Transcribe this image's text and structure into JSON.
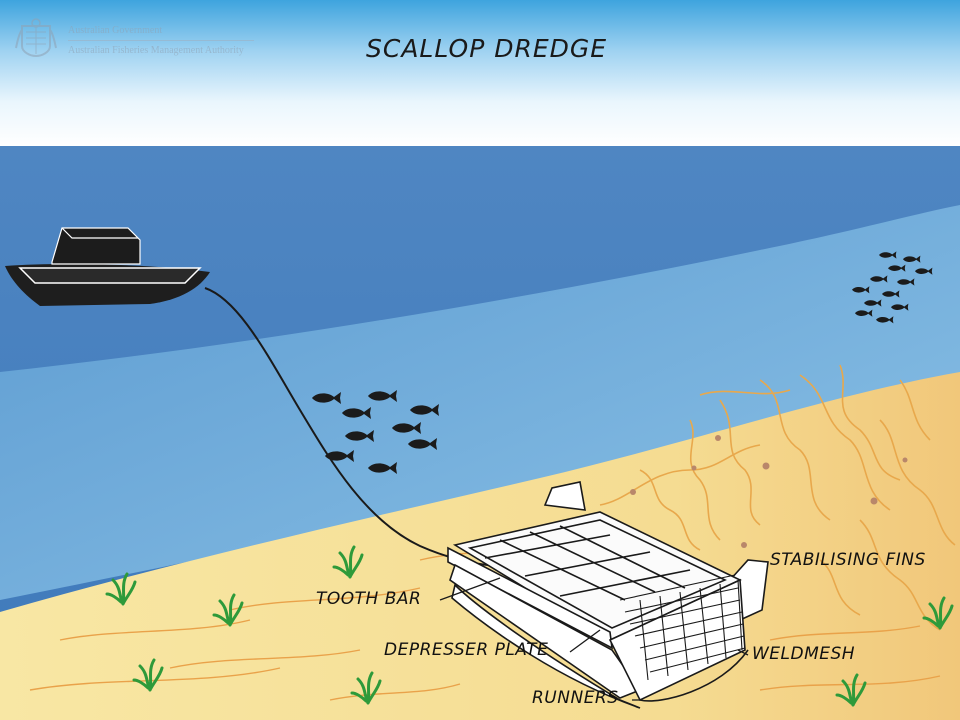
{
  "header": {
    "title": "SCALLOP DREDGE",
    "logo_line1": "Australian Government",
    "logo_line2": "Australian Fisheries Management Authority"
  },
  "labels": {
    "stabilising_fins": "STABILISING FINS",
    "tooth_bar": "TOOTH BAR",
    "depresser_plate": "DEPRESSER PLATE",
    "weldmesh": "WELDMESH",
    "runners": "RUNNERS"
  },
  "colors": {
    "sky_top": "#3fa3dc",
    "sea_deep": "#5b8fc6",
    "sand": "#f6e19a",
    "ink": "#111111"
  }
}
